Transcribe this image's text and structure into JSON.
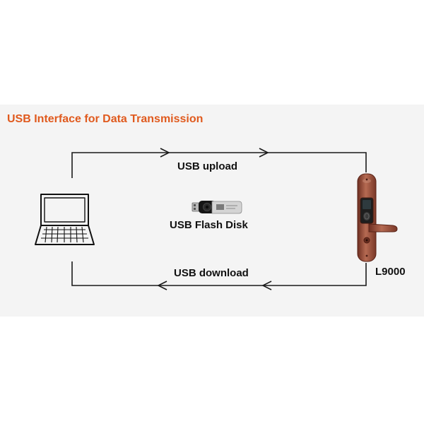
{
  "title": "USB Interface for Data Transmission",
  "labels": {
    "upload": "USB upload",
    "download": "USB download",
    "flash_disk": "USB Flash Disk",
    "device": "L9000"
  },
  "icons": {
    "computer": "laptop-icon",
    "disk": "usb-flash-disk-icon",
    "lock": "fingerprint-door-lock"
  },
  "colors": {
    "title": "#e05a1e",
    "lines": "#1a1a1a",
    "lock_copper": "#9a4a36"
  }
}
